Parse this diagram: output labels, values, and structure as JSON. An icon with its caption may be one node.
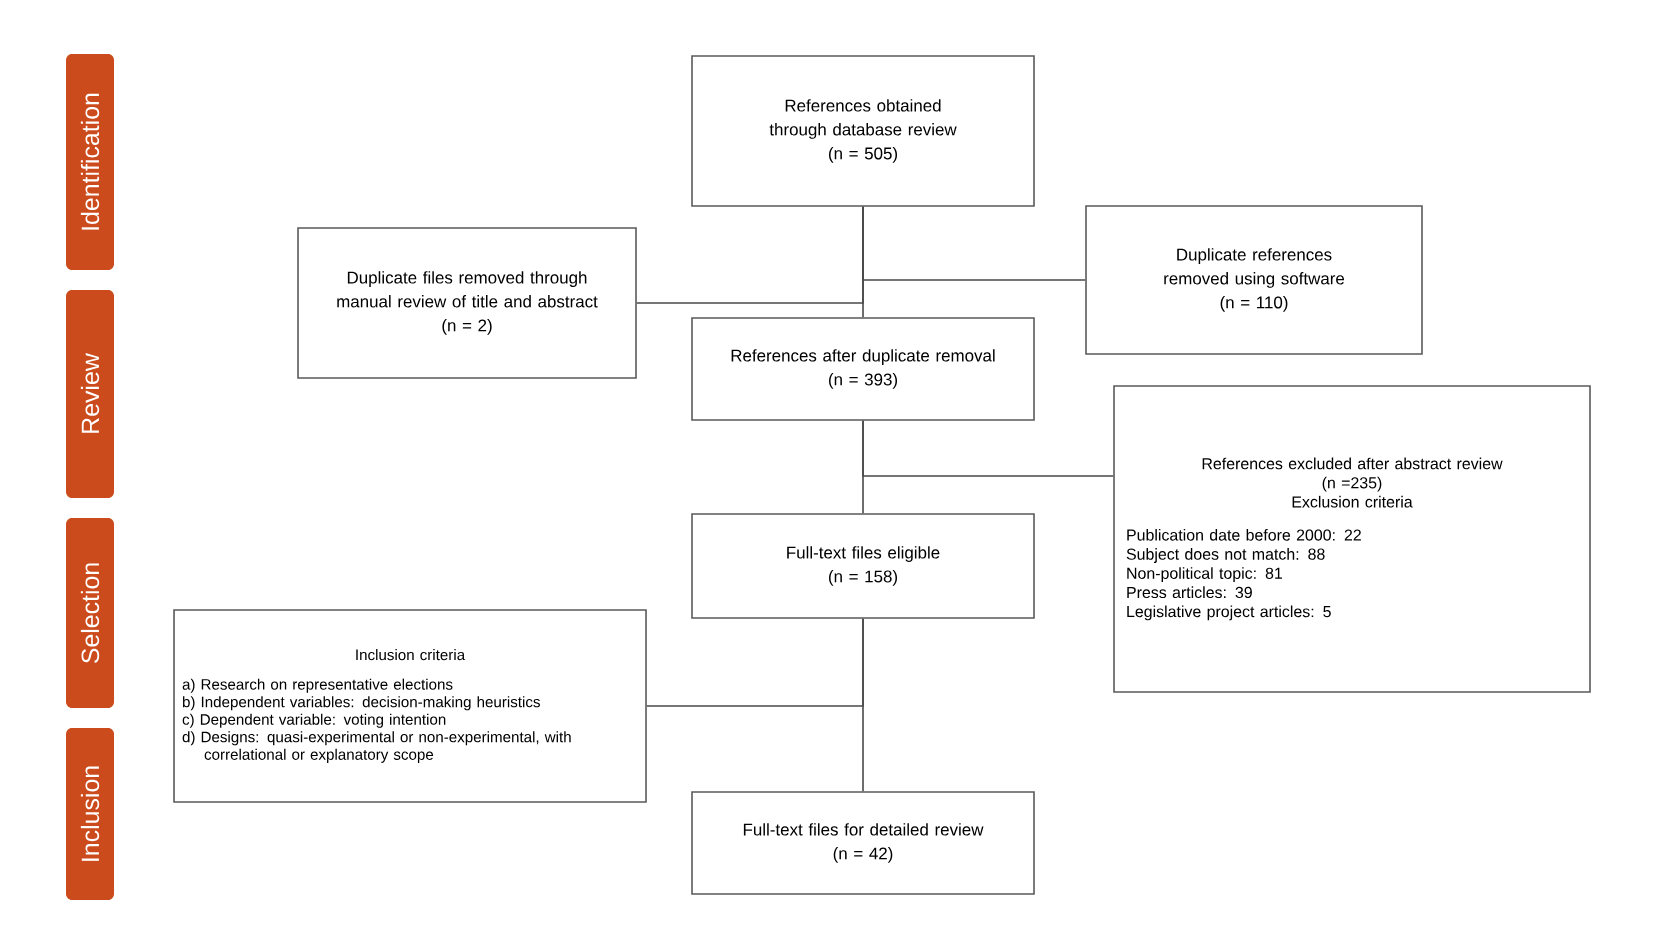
{
  "diagram": {
    "nodes": [
      {
        "text": [
          "Identification"
        ]
      },
      {
        "text": [
          "Review"
        ]
      },
      {
        "text": [
          "Selection"
        ]
      },
      {
        "text": [
          "Inclusion"
        ]
      },
      {
        "text": [
          "References obtained through database review",
          "(n = 505)"
        ]
      },
      {
        "text": [
          "Duplicate files removed through manual review of title and abstract",
          "(n = 2)"
        ]
      },
      {
        "text": [
          "Duplicate references removed using software",
          "(n = 110)"
        ]
      },
      {
        "text": [
          "References after duplicate removal",
          "(n = 393)"
        ]
      },
      {
        "text": [
          "References excluded after abstract review",
          "(n =235)",
          "Exclusion criteria",
          "Publication date before 2000: 22",
          "Subject does not match: 88",
          "Non-political topic: 81",
          "Press articles: 39",
          "Legislative project articles: 5"
        ]
      },
      {
        "text": [
          "Full-text files eligible",
          "(n = 158)"
        ]
      },
      {
        "text": [
          "Inclusion criteria",
          "a) Research on representative elections",
          "b) Independent variables: decision-making heuristics",
          "c) Dependent variable: voting intention",
          "d) Designs: quasi-experimental or non-experimental, with correlational or explanatory scope"
        ]
      },
      {
        "text": [
          "Full-text files for detailed review",
          "(n = 42)"
        ]
      }
    ],
    "edges": [
      {
        "from": 4,
        "to": 7,
        "arrow": "none"
      },
      {
        "from": 4,
        "to": 5,
        "arrow": "none"
      },
      {
        "from": 4,
        "to": 6,
        "arrow": "none"
      },
      {
        "from": 7,
        "to": 9,
        "arrow": "none"
      },
      {
        "from": 7,
        "to": 8,
        "arrow": "none"
      },
      {
        "from": 9,
        "to": 11,
        "arrow": "none"
      },
      {
        "from": 9,
        "to": 10,
        "arrow": "none"
      }
    ]
  }
}
